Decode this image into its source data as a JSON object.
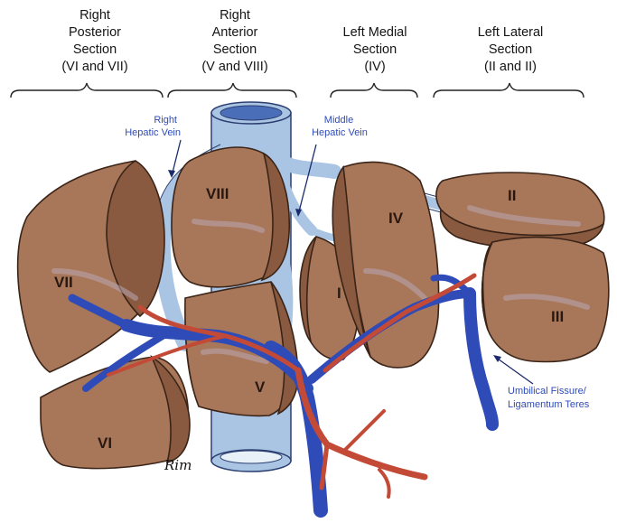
{
  "section_headers": [
    {
      "lines": [
        "Right",
        "Posterior",
        "Section",
        "(VI and VII)"
      ]
    },
    {
      "lines": [
        "Right",
        "Anterior",
        "Section",
        "(V and VIII)"
      ]
    },
    {
      "lines": [
        "Left Medial",
        "Section",
        "(IV)"
      ]
    },
    {
      "lines": [
        "Left Lateral",
        "Section",
        "(II and II)"
      ]
    }
  ],
  "segments": {
    "II": "II",
    "III": "III",
    "IV": "IV",
    "I": "I",
    "V": "V",
    "VI": "VI",
    "VII": "VII",
    "VIII": "VIII"
  },
  "vein_labels": {
    "right_hepatic": [
      "Right",
      "Hepatic Vein"
    ],
    "middle_hepatic": [
      "Middle",
      "Hepatic Vein"
    ],
    "umbilical": [
      "Umbilical Fissure/",
      "Ligamentum Teres"
    ]
  },
  "signature": "Rim",
  "colors": {
    "liver": "#a87759",
    "liver_dark": "#8a5a40",
    "liver_outline": "#3a2418",
    "hepatic_vein": "#a9c3e3",
    "ivc": "#a9c3e3",
    "portal_vein": "#2f4bb8",
    "artery": "#c24a36",
    "label_blue": "#2f4bb8"
  }
}
